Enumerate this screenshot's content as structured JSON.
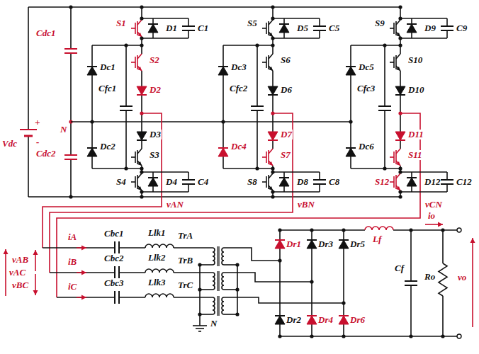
{
  "diagram": {
    "labels": [
      "Vdc",
      "+",
      "-",
      "Cdc1",
      "Cdc2",
      "N",
      "S1",
      "D1",
      "C1",
      "S2",
      "D2",
      "D3",
      "S3",
      "S4",
      "D4",
      "C4",
      "Dc1",
      "Dc2",
      "Cfc1",
      "S5",
      "D5",
      "C5",
      "S6",
      "D6",
      "D7",
      "S7",
      "S8",
      "D8",
      "C8",
      "Dc3",
      "Dc4",
      "Cfc2",
      "S9",
      "D9",
      "C9",
      "S10",
      "D10",
      "D11",
      "S11",
      "S12",
      "D12",
      "C12",
      "Dc5",
      "Dc6",
      "Cfc3",
      "vAN",
      "vBN",
      "vCN",
      "vAB",
      "vAC",
      "vBC",
      "iA",
      "Cbc1",
      "Llk1",
      "TrA",
      "iB",
      "Cbc2",
      "Llk2",
      "TrB",
      "iC",
      "Cbc3",
      "Llk3",
      "TrC",
      "N",
      "Dr1",
      "Dr3",
      "Dr5",
      "Dr2",
      "Dr4",
      "Dr6",
      "Lf",
      "io",
      "Cf",
      "Ro",
      "vo"
    ]
  }
}
